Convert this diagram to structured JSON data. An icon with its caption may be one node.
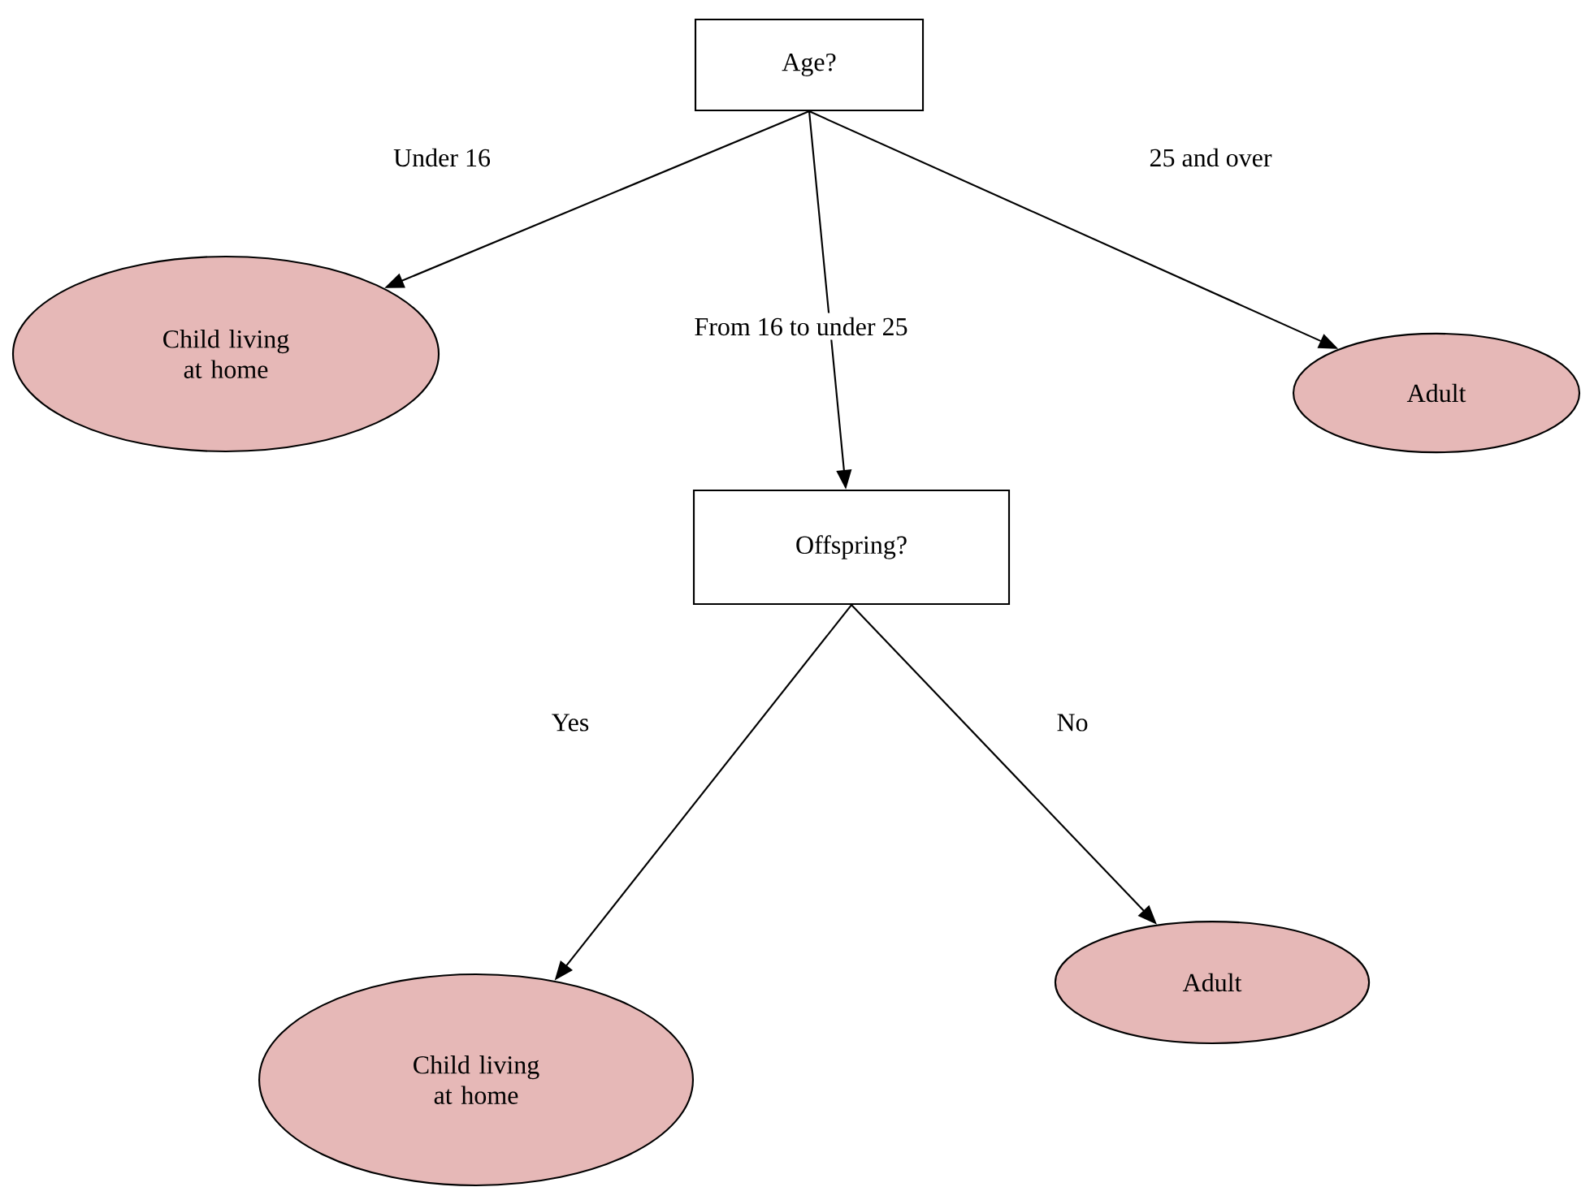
{
  "diagram": {
    "nodes": [
      {
        "text": [
          "Age?"
        ]
      },
      {
        "text": [
          "Child living at home"
        ]
      },
      {
        "text": [
          "Adult"
        ]
      },
      {
        "text": [
          "Offspring?"
        ]
      },
      {
        "text": [
          "Child living at home"
        ]
      },
      {
        "text": [
          "Adult"
        ]
      }
    ],
    "edges": [
      {
        "from": 0,
        "to": 1,
        "arrow": "to",
        "label": "Under 16"
      },
      {
        "from": 0,
        "to": 3,
        "arrow": "to",
        "label": "From 16 to under 25"
      },
      {
        "from": 0,
        "to": 2,
        "arrow": "to",
        "label": "25 and over"
      },
      {
        "from": 3,
        "to": 4,
        "arrow": "to",
        "label": "Yes"
      },
      {
        "from": 3,
        "to": 5,
        "arrow": "to",
        "label": "No"
      }
    ]
  }
}
